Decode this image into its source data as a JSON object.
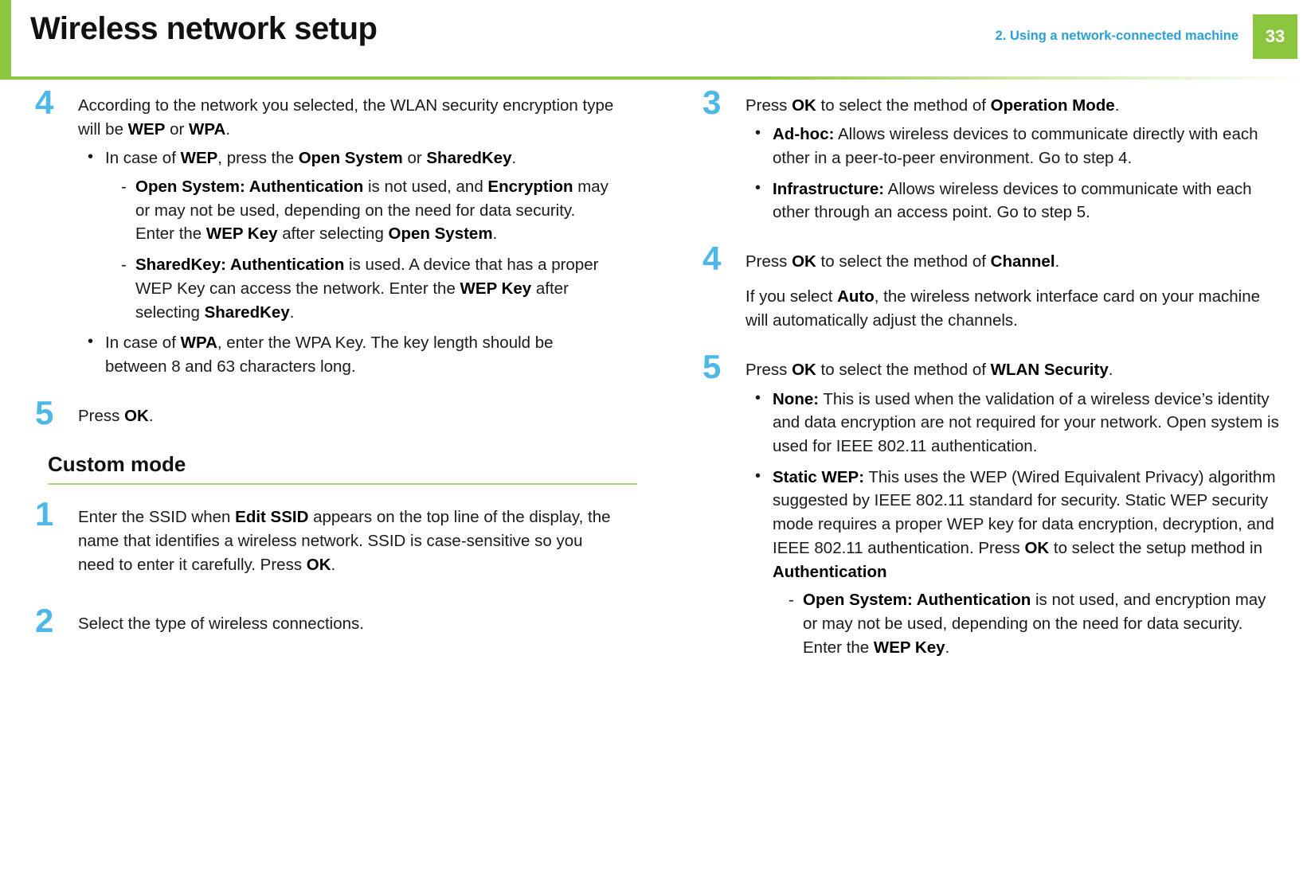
{
  "header": {
    "title": "Wireless network setup",
    "chapter": "2.  Using a network-connected machine",
    "page_number": "33",
    "accent_green": "#8cc63f",
    "accent_blue": "#2aa0d8",
    "step_number_color": "#4db8e8"
  },
  "left_column": {
    "steps": [
      {
        "number": "4",
        "intro_parts": [
          "According to the network you selected, the WLAN security encryption type will be ",
          "WEP",
          " or ",
          "WPA",
          "."
        ],
        "bullets": [
          {
            "parts": [
              "In case of ",
              "WEP",
              ", press the ",
              "Open System",
              " or ",
              "SharedKey",
              "."
            ],
            "sub": [
              {
                "parts": [
                  "Open System: Authentication",
                  " is not used, and ",
                  "Encryption",
                  " may or may not be used, depending on the need for data security. Enter the ",
                  "WEP Key",
                  " after selecting ",
                  "Open System",
                  "."
                ]
              },
              {
                "parts": [
                  "SharedKey: Authentication",
                  " is used. A device that has a proper WEP Key can access the network. Enter the ",
                  "WEP Key",
                  " after selecting ",
                  "SharedKey",
                  "."
                ]
              }
            ]
          },
          {
            "parts": [
              "In case of ",
              "WPA",
              ", enter the WPA Key. The key length should be between 8 and 63 characters long."
            ],
            "sub": []
          }
        ]
      },
      {
        "number": "5",
        "text_plain": "Press ",
        "text_bold": "OK",
        "text_end": "."
      }
    ],
    "section": {
      "heading": "Custom mode",
      "steps": [
        {
          "number": "1",
          "parts": [
            "Enter the SSID when ",
            "Edit SSID",
            " appears on the top line of the display, the name that identifies a wireless network. SSID is case-sensitive so you need to enter it carefully. Press ",
            "OK",
            "."
          ]
        },
        {
          "number": "2",
          "parts": [
            "Select the type of wireless connections."
          ]
        }
      ]
    }
  },
  "right_column": {
    "steps": [
      {
        "number": "3",
        "parts": [
          "Press ",
          "OK",
          " to select the method of ",
          "Operation Mode",
          "."
        ],
        "bullets": [
          {
            "parts": [
              "Ad-hoc:",
              " Allows wireless devices to communicate directly with each other in a peer-to-peer environment. Go to step 4."
            ]
          },
          {
            "parts": [
              "Infrastructure:",
              " Allows wireless devices to communicate with each other through an access point. Go to step 5."
            ]
          }
        ]
      },
      {
        "number": "4",
        "parts": [
          "Press ",
          "OK",
          " to select the method of ",
          "Channel",
          "."
        ],
        "note_parts": [
          "If you select ",
          "Auto",
          ", the wireless network interface card on your machine will automatically adjust the channels."
        ]
      },
      {
        "number": "5",
        "parts": [
          "Press ",
          "OK",
          " to select the method of ",
          "WLAN Security",
          "."
        ],
        "bullets": [
          {
            "parts": [
              "None:",
              " This is used when the validation of a wireless device’s identity and data encryption are not required for your network. Open system is used for IEEE 802.11 authentication."
            ],
            "sub": []
          },
          {
            "parts": [
              "Static WEP:",
              " This uses the WEP (Wired Equivalent Privacy) algorithm suggested by IEEE 802.11 standard for security. Static WEP security mode requires a proper WEP key for data encryption, decryption, and IEEE 802.11 authentication. Press ",
              "OK",
              " to select the setup method in ",
              "Authentication"
            ],
            "sub": [
              {
                "parts": [
                  "Open System: Authentication",
                  " is not used, and encryption may or may not be used, depending on the need for data security. Enter the ",
                  "WEP Key",
                  "."
                ]
              }
            ]
          }
        ]
      }
    ]
  }
}
